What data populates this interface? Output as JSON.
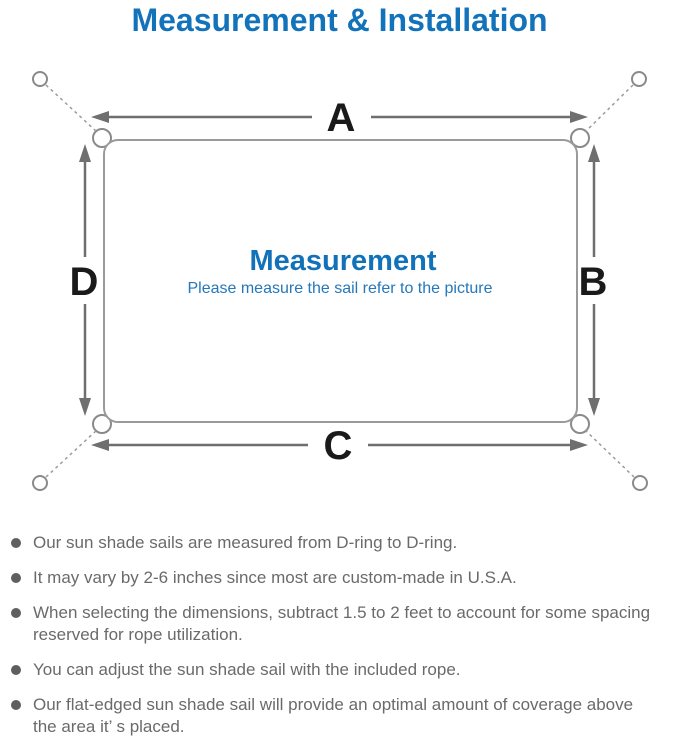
{
  "page": {
    "title": "Measurement & Installation"
  },
  "diagram": {
    "labels": {
      "top": "A",
      "right": "B",
      "bottom": "C",
      "left": "D"
    },
    "center": {
      "heading": "Measurement",
      "subtitle": "Please measure the sail refer to the picture"
    },
    "colors": {
      "accent_blue": "#1272b9",
      "outline_gray": "#9a9a9a",
      "arrow_gray": "#6f6f6f",
      "label_black": "#1a1a1a",
      "note_gray": "#6a6a6a"
    }
  },
  "notes": {
    "items": [
      {
        "lines": [
          "Our sun shade sails are measured from D-ring to D-ring."
        ]
      },
      {
        "lines": [
          "It may vary by 2-6 inches since most are custom-made in U.S.A."
        ]
      },
      {
        "lines": [
          "When selecting the dimensions, subtract 1.5 to 2 feet to account for some spacing",
          "reserved for rope utilization."
        ]
      },
      {
        "lines": [
          "You can adjust the sun shade sail with the included rope."
        ]
      },
      {
        "lines": [
          "Our flat-edged sun shade sail will provide an optimal amount of coverage above",
          "the area it’ s placed."
        ]
      }
    ]
  }
}
